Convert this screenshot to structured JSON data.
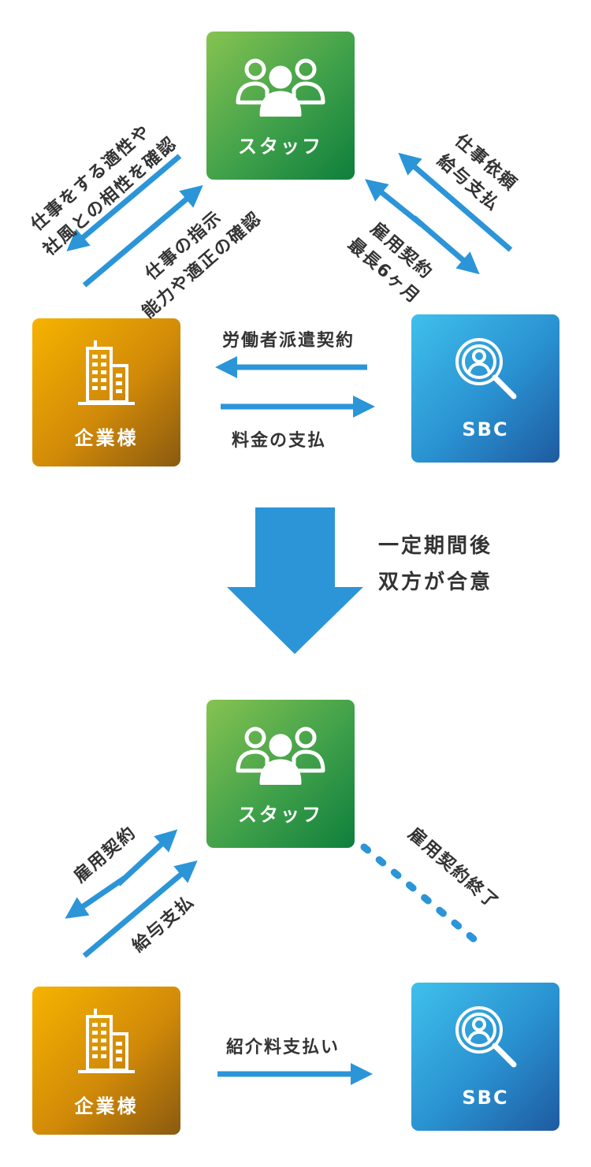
{
  "before": {
    "staff_label": "スタッフ",
    "company_label": "企業様",
    "sbc_label": "SBC",
    "left_outer": [
      "仕事をする適性や",
      "社風との相性を確認"
    ],
    "left_inner": [
      "仕事の指示",
      "能力や適正の確認"
    ],
    "right_outer": [
      "仕事依頼",
      "給与支払"
    ],
    "right_inner": [
      "雇用契約",
      "最長6ヶ月"
    ],
    "top_horizontal": "労働者派遣契約",
    "bottom_horizontal": "料金の支払"
  },
  "transition": {
    "lines": [
      "一定期間後",
      "双方が合意"
    ]
  },
  "after": {
    "staff_label": "スタッフ",
    "company_label": "企業様",
    "sbc_label": "SBC",
    "left_outer": "雇用契約",
    "left_inner": "給与支払",
    "right_dotted": "雇用契約終了",
    "bottom_horizontal": "紹介料支払い"
  },
  "colors": {
    "arrow": "#2b95d8",
    "staff": "#3fa04a",
    "company": "#d18a08",
    "sbc": "#2990d0"
  },
  "icons": {
    "staff": "people-group-icon",
    "company": "building-icon",
    "sbc": "search-person-icon"
  }
}
